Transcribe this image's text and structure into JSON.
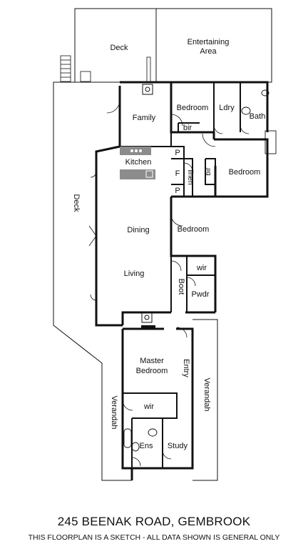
{
  "rooms": {
    "deck_top": "Deck",
    "entertaining": "Entertaining",
    "entertaining_area": "Area",
    "family": "Family",
    "bedroom_1": "Bedroom",
    "bir_1": "bir",
    "laundry": "Ldry",
    "bath": "Bath",
    "kitchen": "Kitchen",
    "pantry_1": "P",
    "fridge": "F",
    "pantry_2": "P",
    "linen": "linen",
    "bir_2": "bir",
    "bedroom_2": "Bedroom",
    "deck_side": "Deck",
    "dining": "Dining",
    "bedroom_3": "Bedroom",
    "living": "Living",
    "wir_1": "wir",
    "boot": "Boot",
    "powder": "Pwdr",
    "master": "Master",
    "master_bedroom": "Bedroom",
    "entry": "Entry",
    "verandah_right": "Verandah",
    "verandah_left": "Verandah",
    "wir_2": "wir",
    "ensuite": "Ens",
    "study": "Study"
  },
  "footer": {
    "title": "245 BEENAK ROAD, GEMBROOK",
    "note": "THIS FLOORPLAN IS A SKETCH -  ALL DATA SHOWN IS GENERAL ONLY"
  }
}
